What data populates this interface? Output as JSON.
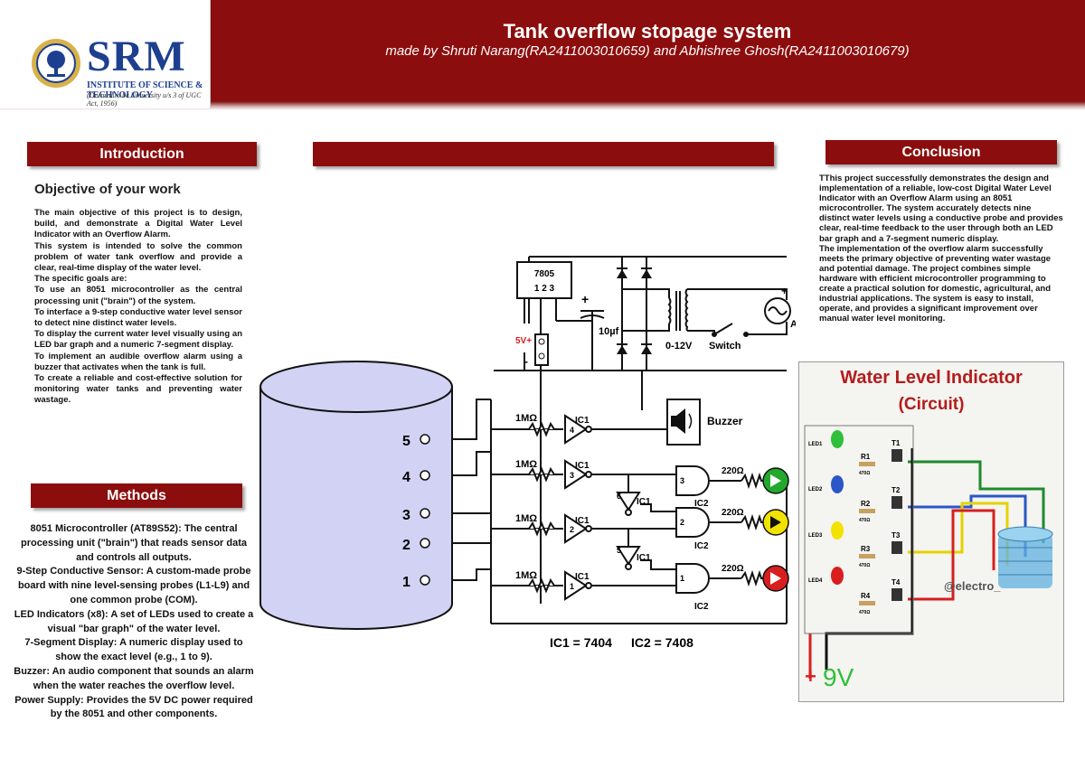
{
  "header": {
    "title": "Tank overflow stopage system",
    "subtitle": "made by Shruti Narang(RA2411003010659) and Abhishree Ghosh(RA2411003010679)"
  },
  "logo": {
    "name": "SRM",
    "line1": "INSTITUTE OF SCIENCE & TECHNOLOGY",
    "line2": "(Deemed to be University u/s 3 of UGC Act, 1956)"
  },
  "introduction": {
    "heading": "Introduction",
    "objective_heading": "Objective of your work",
    "paragraphs": [
      "The main objective of this project is to design, build, and demonstrate a Digital Water Level Indicator with an Overflow Alarm.",
      "This system is intended to solve the common problem of water tank overflow and provide a clear, real-time display of the water level.",
      "The specific goals are:",
      "To use an 8051 microcontroller as the central processing unit (\"brain\") of the system.",
      "To interface a 9-step conductive water level sensor to detect nine distinct water levels.",
      "To display the current water level visually using an LED bar graph and a numeric 7-segment display.",
      "To implement an audible overflow alarm using a buzzer that activates when the tank is full.",
      "To create a reliable and cost-effective solution for monitoring water tanks and preventing water wastage."
    ]
  },
  "methods": {
    "heading": "Methods",
    "items": [
      "8051 Microcontroller (AT89S52): The central processing unit (\"brain\") that reads sensor data and controls all outputs.",
      "9-Step Conductive Sensor: A custom-made probe board with nine level-sensing probes (L1-L9) and one common probe (COM).",
      "LED Indicators (x8): A set of LEDs used to create a visual \"bar graph\" of the water level.",
      "7-Segment Display: A numeric display used to show the exact level (e.g., 1 to 9).",
      "Buzzer: An audio component that sounds an alarm when the water reaches the overflow level.",
      "Power Supply: Provides the 5V DC power required by the 8051 and other components."
    ]
  },
  "conclusion": {
    "heading": "Conclusion",
    "paragraphs": [
      "TThis project successfully demonstrates the design and implementation of a reliable, low-cost Digital Water Level Indicator with an Overflow Alarm using an 8051 microcontroller. The system accurately detects nine distinct water levels using a conductive probe and provides clear, real-time feedback to the user through both an LED bar graph and a 7-segment numeric display.",
      "The implementation of the overflow alarm successfully meets the primary objective of preventing water wastage and potential damage. The project combines simple hardware with efficient microcontroller programming to create a practical solution for domestic, agricultural, and industrial applications. The system is easy to install, operate, and provides a significant improvement over manual water level monitoring."
    ]
  },
  "circuit": {
    "regulator": "7805",
    "regulator_pins": "1 2 3",
    "capacitor": "10µf",
    "supply_plus": "5V+",
    "supply_minus": "-",
    "transformer": "0-12V",
    "switch": "Switch",
    "ac": "AC",
    "plus": "+",
    "buzzer": "Buzzer",
    "resistor": "1MΩ",
    "led_resistor": "220Ω",
    "ic1": "IC1",
    "ic2": "IC2",
    "gate_numbers": [
      "4",
      "3",
      "2",
      "1",
      "6",
      "5"
    ],
    "and_numbers": [
      "3",
      "2",
      "1"
    ],
    "probes": [
      "5",
      "4",
      "3",
      "2",
      "1"
    ],
    "ic_legend_1": "IC1 = 7404",
    "ic_legend_2": "IC2 = 7408",
    "colors": {
      "led_green": "#22a82c",
      "led_yellow": "#f2e200",
      "led_red": "#d81e1e",
      "tank": "#d2d2f4"
    }
  },
  "photo": {
    "title": "Water Level Indicator",
    "subtitle": "(Circuit)",
    "led_labels": [
      "LED1",
      "LED2",
      "LED3",
      "LED4"
    ],
    "resistor_labels": [
      "R1",
      "R2",
      "R3",
      "R4"
    ],
    "resistor_values": [
      "470Ω",
      "470Ω",
      "470Ω",
      "470Ω"
    ],
    "transistor_labels": [
      "T1",
      "T2",
      "T3",
      "T4"
    ],
    "watermark": "@electro_",
    "battery": "9V",
    "battery_sign": "+"
  }
}
